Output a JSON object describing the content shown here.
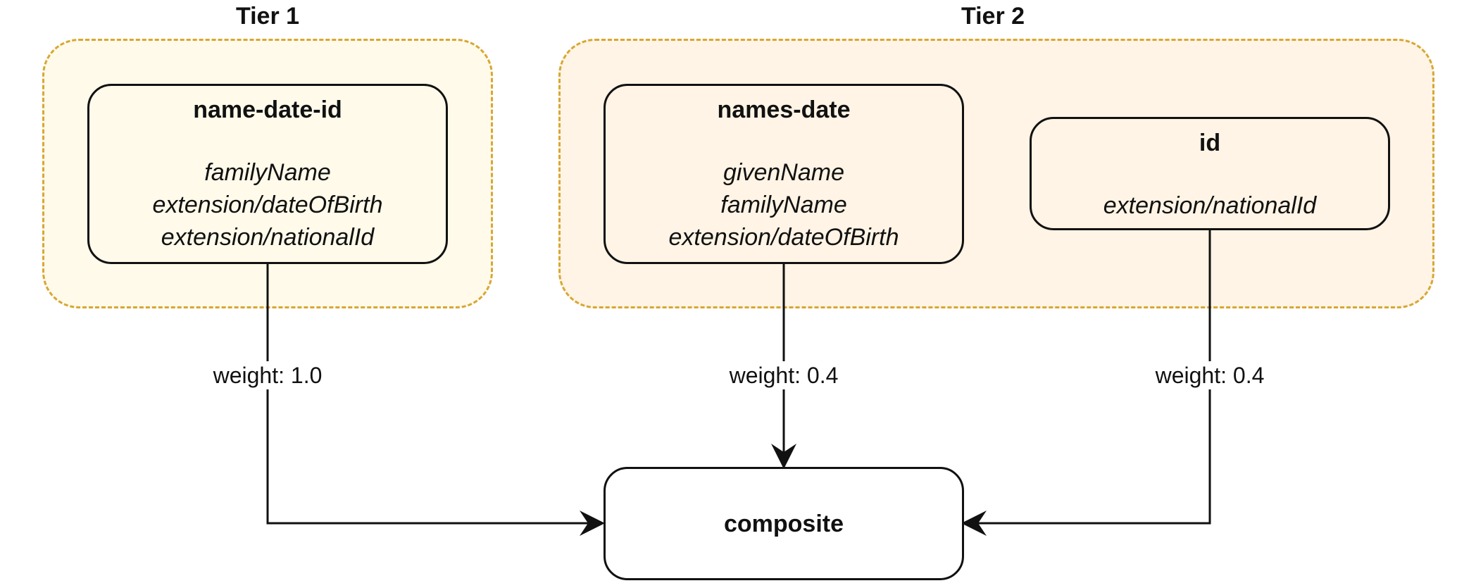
{
  "tiers": [
    {
      "title": "Tier 1"
    },
    {
      "title": "Tier 2"
    }
  ],
  "nodes": {
    "name_date_id": {
      "title": "name-date-id",
      "fields": [
        "familyName",
        "extension/dateOfBirth",
        "extension/nationalId"
      ]
    },
    "names_date": {
      "title": "names-date",
      "fields": [
        "givenName",
        "familyName",
        "extension/dateOfBirth"
      ]
    },
    "id": {
      "title": "id",
      "fields": [
        "extension/nationalId"
      ]
    },
    "composite": {
      "title": "composite"
    }
  },
  "edges": [
    {
      "from": "name-date-id",
      "to": "composite",
      "label": "weight: 1.0"
    },
    {
      "from": "names-date",
      "to": "composite",
      "label": "weight: 0.4"
    },
    {
      "from": "id",
      "to": "composite",
      "label": "weight: 0.4"
    }
  ],
  "colors": {
    "group_border": "#d8a733",
    "tier1_fill": "#fffaea",
    "tier2_fill": "#fff4e5",
    "stroke": "#111111"
  }
}
